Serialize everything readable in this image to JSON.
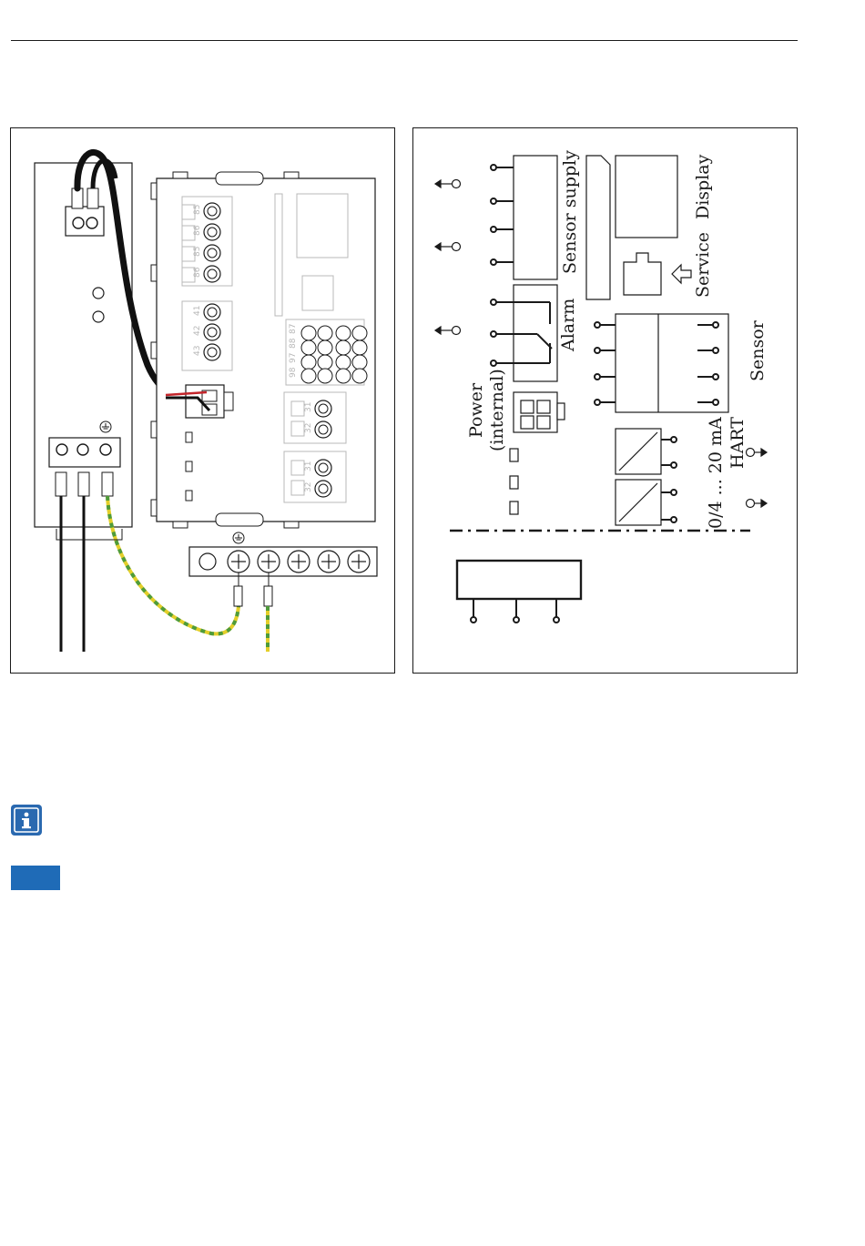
{
  "diagram_right": {
    "labels": {
      "sensor_supply": "Sensor supply",
      "display": "Display",
      "service": "Service",
      "alarm": "Alarm",
      "power": "Power",
      "internal": "(internal)",
      "sensor": "Sensor",
      "current_output": "0/4 ... 20 mA",
      "hart": "HART"
    }
  },
  "diagram_left": {
    "terminal_numbers_upper": [
      "85",
      "86",
      "85",
      "86"
    ],
    "terminal_numbers_mid": [
      "41",
      "42",
      "43"
    ],
    "terminal_numbers_right": [
      "98",
      "97",
      "88",
      "87"
    ],
    "terminal_numbers_lower_a": [
      "31",
      "32"
    ],
    "terminal_numbers_lower_b": [
      "31",
      "32"
    ]
  },
  "colors": {
    "info_blue": "#2a69b0",
    "note_blue": "#1f6bb7",
    "ground_green": "#4f9b3a",
    "ground_yellow": "#e4cf2a",
    "wire_red": "#c4252b"
  },
  "icons": {
    "info": "info-icon",
    "ground": "ground-icon",
    "service": "service-arrow-icon"
  }
}
